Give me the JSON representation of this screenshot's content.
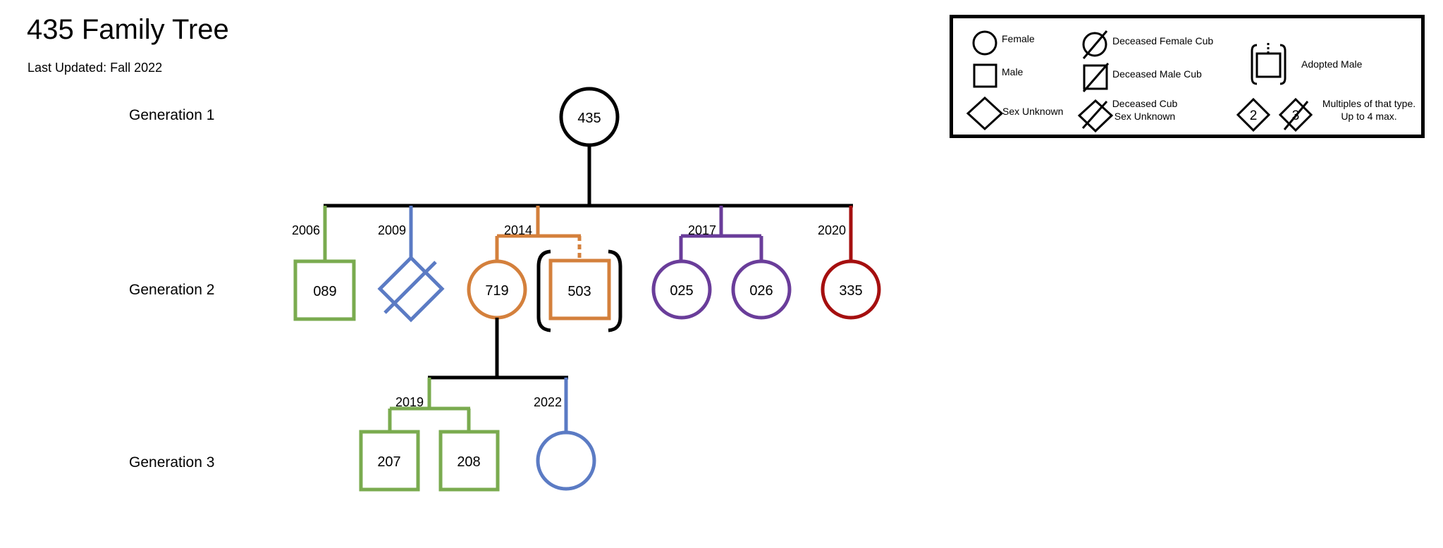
{
  "header": {
    "title": "435 Family Tree",
    "subtitle": "Last Updated: Fall 2022"
  },
  "generations": [
    {
      "label": "Generation 1"
    },
    {
      "label": "Generation 2"
    },
    {
      "label": "Generation 3"
    }
  ],
  "colors": {
    "root": "#000000",
    "litter_2006": "#7aab4f",
    "litter_2009": "#5b7bc4",
    "litter_2014": "#d4803c",
    "litter_2017": "#6a3d9a",
    "litter_2020": "#a50f0f",
    "litter_2019": "#7aab4f",
    "litter_2022": "#5b7bc4"
  },
  "root": {
    "id": "435",
    "shape": "circle",
    "meaning": "Female"
  },
  "generation2_litters": [
    {
      "year": "2006",
      "color_key": "litter_2006",
      "cubs": [
        {
          "id": "089",
          "shape": "square",
          "deceased": false,
          "adopted": false
        }
      ]
    },
    {
      "year": "2009",
      "color_key": "litter_2009",
      "cubs": [
        {
          "id": "",
          "shape": "diamond",
          "deceased": true,
          "adopted": false
        }
      ]
    },
    {
      "year": "2014",
      "color_key": "litter_2014",
      "cubs": [
        {
          "id": "719",
          "shape": "circle",
          "deceased": false,
          "adopted": false
        },
        {
          "id": "503",
          "shape": "square",
          "deceased": false,
          "adopted": true
        }
      ]
    },
    {
      "year": "2017",
      "color_key": "litter_2017",
      "cubs": [
        {
          "id": "025",
          "shape": "circle",
          "deceased": false,
          "adopted": false
        },
        {
          "id": "026",
          "shape": "circle",
          "deceased": false,
          "adopted": false
        }
      ]
    },
    {
      "year": "2020",
      "color_key": "litter_2020",
      "cubs": [
        {
          "id": "335",
          "shape": "circle",
          "deceased": false,
          "adopted": false
        }
      ]
    }
  ],
  "generation3_parent": "719",
  "generation3_litters": [
    {
      "year": "2019",
      "color_key": "litter_2019",
      "cubs": [
        {
          "id": "207",
          "shape": "square",
          "deceased": false,
          "adopted": false
        },
        {
          "id": "208",
          "shape": "square",
          "deceased": false,
          "adopted": false
        }
      ]
    },
    {
      "year": "2022",
      "color_key": "litter_2022",
      "cubs": [
        {
          "id": "",
          "shape": "circle",
          "deceased": false,
          "adopted": false
        }
      ]
    }
  ],
  "legend": {
    "female": "Female",
    "male": "Male",
    "sex_unknown": "Sex Unknown",
    "deceased_female": "Deceased Female Cub",
    "deceased_male": "Deceased Male Cub",
    "deceased_unknown_line1": "Deceased Cub",
    "deceased_unknown_line2": "Sex Unknown",
    "adopted_male": "Adopted Male",
    "multiples_example_1": "2",
    "multiples_example_2": "3",
    "multiples_line1": "Multiples of that type.",
    "multiples_line2": "Up to 4 max."
  }
}
